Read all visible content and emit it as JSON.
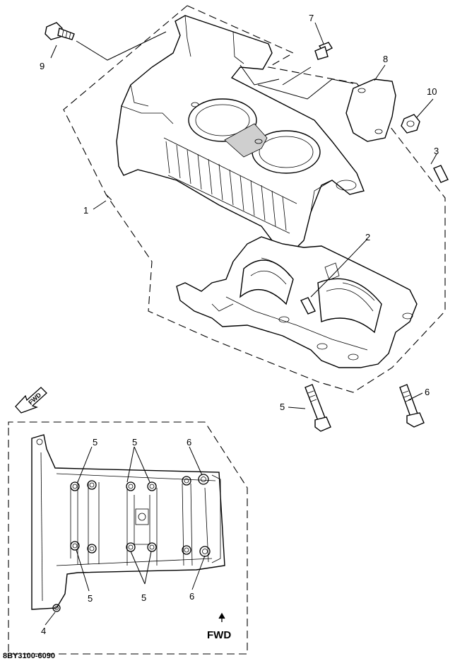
{
  "callouts": {
    "c1": "1",
    "c2": "2",
    "c3": "3",
    "c4": "4",
    "c5_main": "5",
    "c6_main": "6",
    "c7": "7",
    "c8": "8",
    "c9": "9",
    "c10": "10",
    "c5_top_left": "5",
    "c5_top_mid": "5",
    "c6_top_right": "6",
    "c5_bottom_left": "5",
    "c5_bottom_mid": "5",
    "c6_bottom_right": "6"
  },
  "direction_labels": {
    "fwd_arrow": "FWD",
    "fwd_inset": "FWD"
  },
  "drawing_code": "8BY3100-6090"
}
